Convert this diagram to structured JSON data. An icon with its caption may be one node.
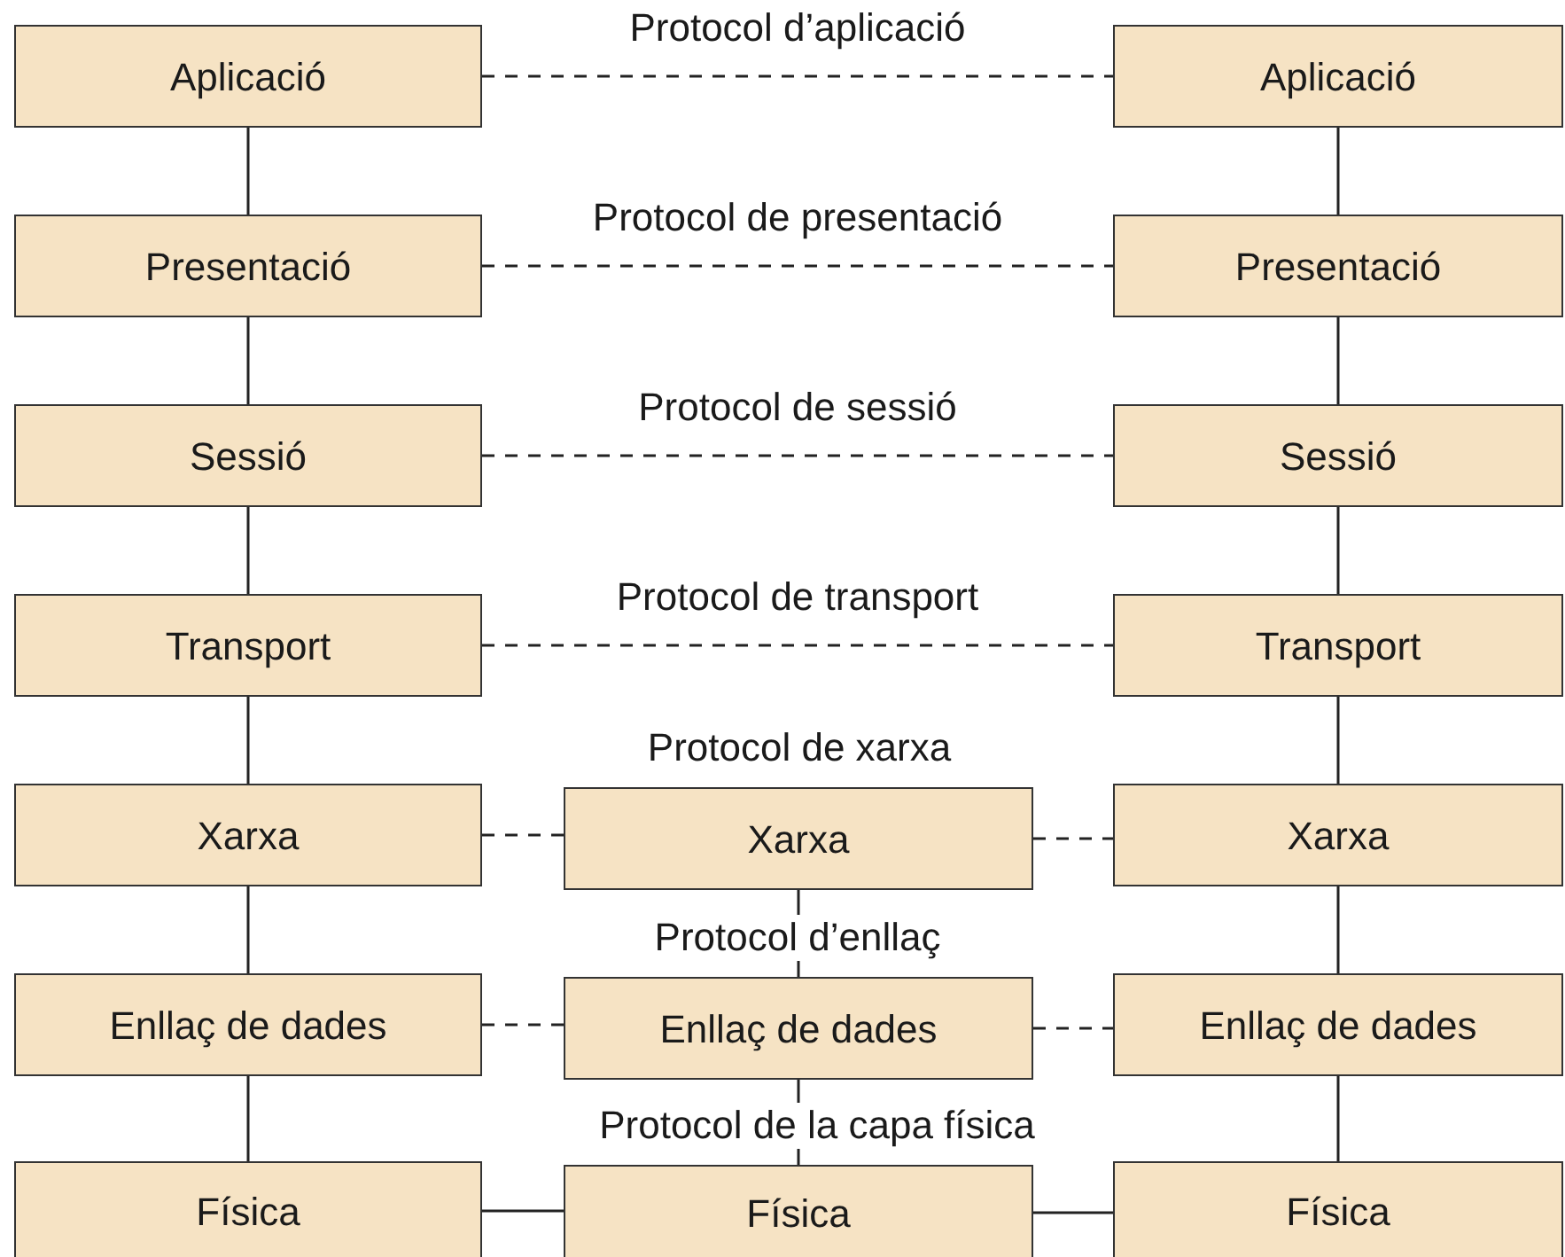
{
  "diagram": {
    "nodes": [
      {
        "text": [
          "Aplicació"
        ]
      },
      {
        "text": [
          "Aplicació"
        ]
      },
      {
        "text": [
          "Presentació"
        ]
      },
      {
        "text": [
          "Presentació"
        ]
      },
      {
        "text": [
          "Sessió"
        ]
      },
      {
        "text": [
          "Sessió"
        ]
      },
      {
        "text": [
          "Transport"
        ]
      },
      {
        "text": [
          "Transport"
        ]
      },
      {
        "text": [
          "Xarxa"
        ]
      },
      {
        "text": [
          "Xarxa"
        ]
      },
      {
        "text": [
          "Xarxa"
        ]
      },
      {
        "text": [
          "Enllaç de dades"
        ]
      },
      {
        "text": [
          "Enllaç de dades"
        ]
      },
      {
        "text": [
          "Enllaç de dades"
        ]
      },
      {
        "text": [
          "Física"
        ]
      },
      {
        "text": [
          "Física"
        ]
      },
      {
        "text": [
          "Física"
        ]
      }
    ],
    "edges": [
      {
        "from": 0,
        "to": 2,
        "arrow": "none"
      },
      {
        "from": 2,
        "to": 4,
        "arrow": "none"
      },
      {
        "from": 4,
        "to": 6,
        "arrow": "none"
      },
      {
        "from": 6,
        "to": 8,
        "arrow": "none"
      },
      {
        "from": 8,
        "to": 11,
        "arrow": "none"
      },
      {
        "from": 11,
        "to": 14,
        "arrow": "none"
      },
      {
        "from": 1,
        "to": 3,
        "arrow": "none"
      },
      {
        "from": 3,
        "to": 5,
        "arrow": "none"
      },
      {
        "from": 5,
        "to": 7,
        "arrow": "none"
      },
      {
        "from": 7,
        "to": 10,
        "arrow": "none"
      },
      {
        "from": 10,
        "to": 13,
        "arrow": "none"
      },
      {
        "from": 13,
        "to": 16,
        "arrow": "none"
      },
      {
        "from": 9,
        "to": 12,
        "arrow": "none"
      },
      {
        "from": 12,
        "to": 15,
        "arrow": "none"
      },
      {
        "from": 0,
        "to": 1,
        "arrow": "none",
        "style": "dashed",
        "label": "Protocol d’aplicació"
      },
      {
        "from": 2,
        "to": 3,
        "arrow": "none",
        "style": "dashed",
        "label": "Protocol de presentació"
      },
      {
        "from": 4,
        "to": 5,
        "arrow": "none",
        "style": "dashed",
        "label": "Protocol de sessió"
      },
      {
        "from": 6,
        "to": 7,
        "arrow": "none",
        "style": "dashed",
        "label": "Protocol de transport"
      },
      {
        "from": 8,
        "to": 9,
        "arrow": "none",
        "style": "dashed"
      },
      {
        "from": 9,
        "to": 10,
        "arrow": "none",
        "style": "dashed"
      },
      {
        "from": 11,
        "to": 12,
        "arrow": "none",
        "style": "dashed"
      },
      {
        "from": 12,
        "to": 13,
        "arrow": "none",
        "style": "dashed"
      },
      {
        "from": 14,
        "to": 15,
        "arrow": "none"
      },
      {
        "from": 15,
        "to": 16,
        "arrow": "none"
      }
    ],
    "labels": [
      "Protocol de xarxa",
      "Protocol d’enllaç",
      "Protocol de la capa física"
    ]
  }
}
